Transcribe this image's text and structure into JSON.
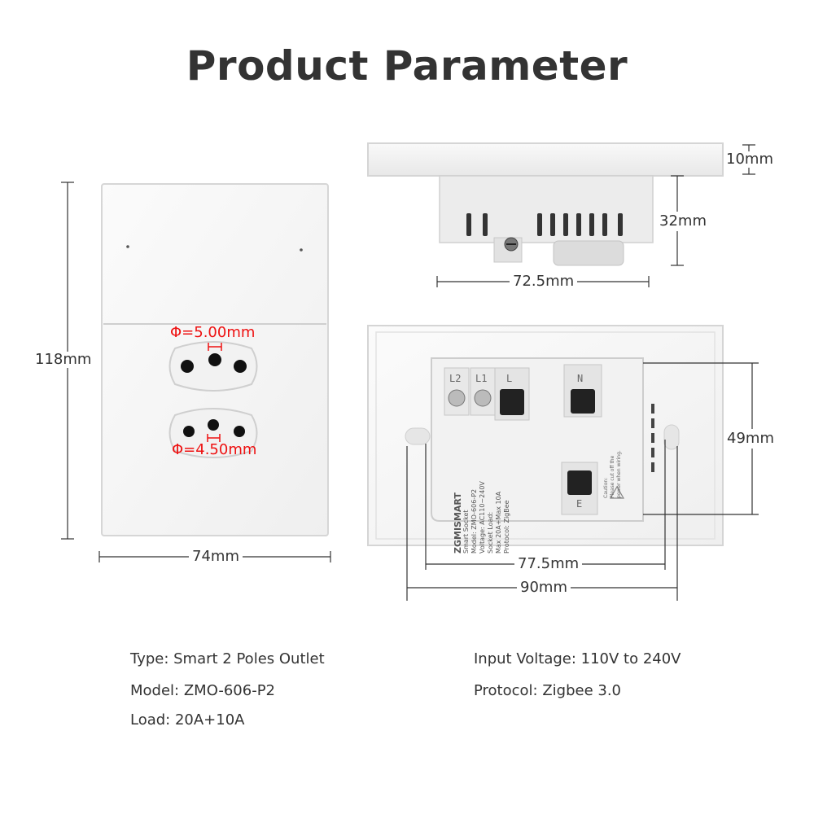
{
  "title": "Product Parameter",
  "dimensions": {
    "front_height": "118mm",
    "front_width": "74mm",
    "hole_large": "Φ=5.00mm",
    "hole_small": "Φ=4.50mm",
    "side_plate_thickness": "10mm",
    "side_depth": "32mm",
    "side_width": "72.5mm",
    "back_height": "49mm",
    "back_inner_width": "77.5mm",
    "back_outer_width": "90mm"
  },
  "back_module": {
    "terminals": [
      "L2",
      "L1",
      "L",
      "N",
      "E"
    ],
    "brand": "ZGMISMART",
    "product": "Smart Socket",
    "model_line": "Model: ZMO-606-P2",
    "voltage_line": "Voltage: AC110~240V",
    "load_line": "Socket Load:",
    "max_line": "Max 20A+Max 10A",
    "protocol_line": "Protocol: ZigBee",
    "caution_title": "Caution:",
    "caution_text": "Please cut off the power when wiring."
  },
  "specs": {
    "type": "Type: Smart 2 Poles Outlet",
    "model": "Model: ZMO-606-P2",
    "load": "Load: 20A+10A",
    "input_voltage": "Input Voltage: 110V to 240V",
    "protocol": "Protocol: Zigbee 3.0"
  },
  "colors": {
    "dimension_line": "#333333",
    "hole_annotation": "#e11111",
    "panel": "#f7f7f7",
    "panel_edge": "#d8d8d8"
  }
}
